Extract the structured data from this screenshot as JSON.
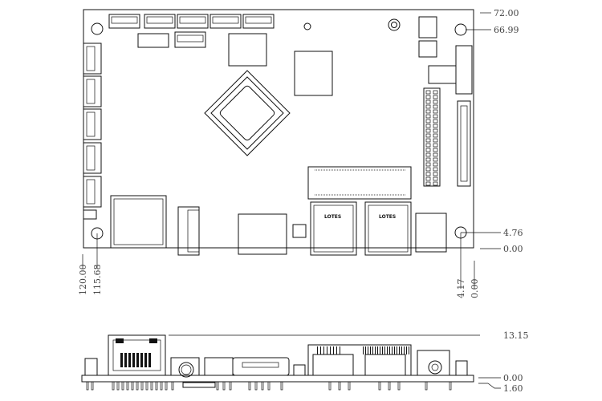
{
  "top_view": {
    "dimensions_right": {
      "top_edge": "72.00",
      "upper_hole": "66.99",
      "lower_hole": "4.76",
      "bottom_edge": "0.00"
    },
    "dimensions_bottom": {
      "left_edge": "120.00",
      "left_hole": "115.68",
      "right_hole": "4.17",
      "right_edge": "0.00"
    },
    "usb_labels": [
      "LOTES",
      "LOTES"
    ]
  },
  "side_view": {
    "dimensions": {
      "top": "13.15",
      "board_top": "0.00",
      "board_bottom": "1.60"
    }
  },
  "colors": {
    "line": "#111111",
    "dimension_text": "#444444",
    "background": "#ffffff"
  }
}
